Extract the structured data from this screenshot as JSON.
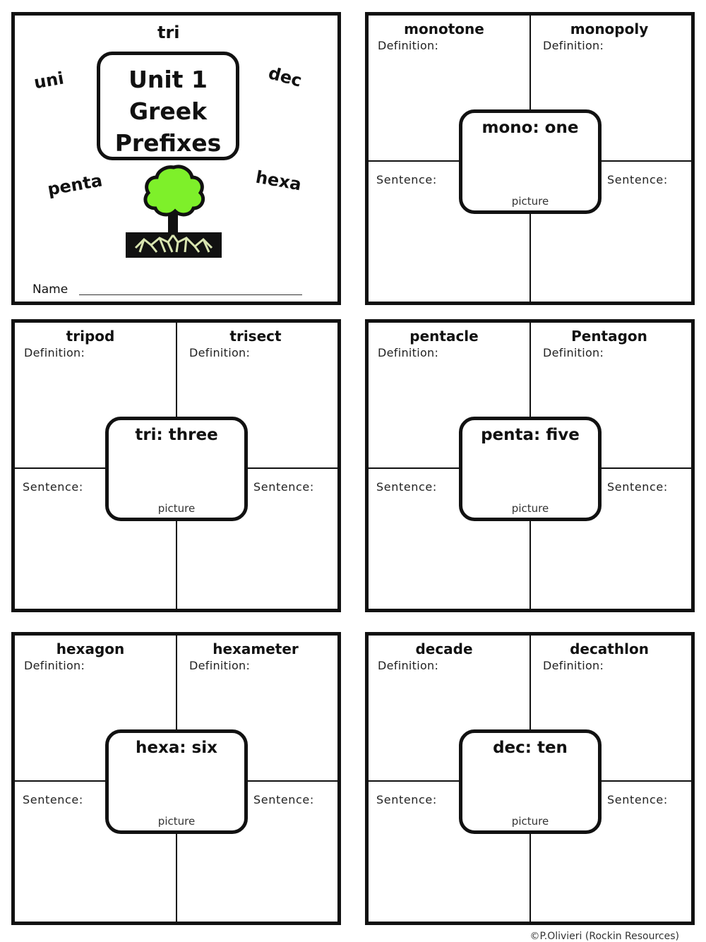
{
  "cover": {
    "title_lines": [
      "Unit 1",
      "Greek",
      "Prefixes"
    ],
    "prefix_words": [
      "tri",
      "uni",
      "dec",
      "penta",
      "hexa"
    ],
    "name_label": "Name",
    "tree_icon": "tree-with-roots-icon",
    "colors": {
      "foliage": "#7ef02a",
      "ground": "#111111",
      "roots": "#d8e4b0"
    }
  },
  "panels": [
    {
      "root": "mono: one",
      "words": [
        "monotone",
        "monopoly"
      ],
      "definition_label": "Definition:",
      "sentence_label": "Sentence:",
      "picture_label": "picture"
    },
    {
      "root": "tri: three",
      "words": [
        "tripod",
        "trisect"
      ],
      "definition_label": "Definition:",
      "sentence_label": "Sentence:",
      "picture_label": "picture"
    },
    {
      "root": "penta: five",
      "words": [
        "pentacle",
        "Pentagon"
      ],
      "definition_label": "Definition:",
      "sentence_label": "Sentence:",
      "picture_label": "picture"
    },
    {
      "root": "hexa: six",
      "words": [
        "hexagon",
        "hexameter"
      ],
      "definition_label": "Definition:",
      "sentence_label": "Sentence:",
      "picture_label": "picture"
    },
    {
      "root": "dec: ten",
      "words": [
        "decade",
        "decathlon"
      ],
      "definition_label": "Definition:",
      "sentence_label": "Sentence:",
      "picture_label": "picture"
    }
  ],
  "footer": {
    "copyright": "©P.Olivieri (Rockin Resources)"
  }
}
